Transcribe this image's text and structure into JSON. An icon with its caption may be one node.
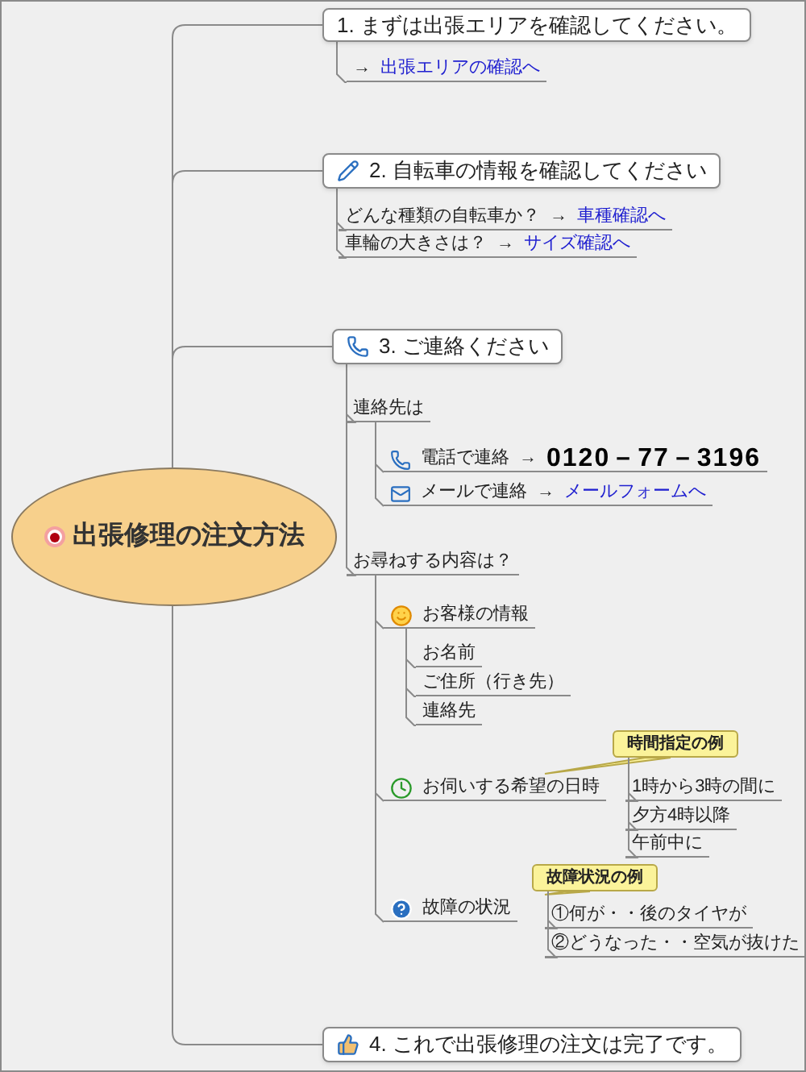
{
  "diagram": {
    "nodes": [
      {
        "text": [
          "出張修理の注文方法"
        ]
      },
      {
        "text": [
          "1. まずは出張エリアを確認してください。"
        ]
      },
      {
        "text": [
          "→",
          "出張エリアの確認へ"
        ]
      },
      {
        "text": [
          "2. 自転車の情報を確認してください"
        ]
      },
      {
        "text": [
          "どんな種類の自転車か？",
          "→",
          "車種確認へ"
        ]
      },
      {
        "text": [
          "車輪の大きさは？",
          "→",
          "サイズ確認へ"
        ]
      },
      {
        "text": [
          "3. ご連絡ください"
        ]
      },
      {
        "text": [
          "連絡先は"
        ]
      },
      {
        "text": [
          "電話で連絡",
          "→",
          "0120－77－3196"
        ]
      },
      {
        "text": [
          "メールで連絡",
          "→",
          "メールフォームへ"
        ]
      },
      {
        "text": [
          "お尋ねする内容は？"
        ]
      },
      {
        "text": [
          "お客様の情報"
        ]
      },
      {
        "text": [
          "お名前"
        ]
      },
      {
        "text": [
          "ご住所（行き先）"
        ]
      },
      {
        "text": [
          "連絡先"
        ]
      },
      {
        "text": [
          "お伺いする希望の日時"
        ]
      },
      {
        "text": [
          "時間指定の例"
        ]
      },
      {
        "text": [
          "1時から3時の間に"
        ]
      },
      {
        "text": [
          "夕方4時以降"
        ]
      },
      {
        "text": [
          "午前中に"
        ]
      },
      {
        "text": [
          "故障の状況"
        ]
      },
      {
        "text": [
          "故障状況の例"
        ]
      },
      {
        "text": [
          "①何が・・後のタイヤが"
        ]
      },
      {
        "text": [
          "②どうなった・・空気が抜けた"
        ]
      },
      {
        "text": [
          "4. これで出張修理の注文は完了です。"
        ]
      }
    ],
    "edges": [
      {
        "from": 0,
        "to": 1,
        "arrow": "none"
      },
      {
        "from": 1,
        "to": 2,
        "arrow": "none"
      },
      {
        "from": 0,
        "to": 3,
        "arrow": "none"
      },
      {
        "from": 3,
        "to": 4,
        "arrow": "none"
      },
      {
        "from": 3,
        "to": 5,
        "arrow": "none"
      },
      {
        "from": 0,
        "to": 6,
        "arrow": "none"
      },
      {
        "from": 6,
        "to": 7,
        "arrow": "none"
      },
      {
        "from": 7,
        "to": 8,
        "arrow": "none"
      },
      {
        "from": 7,
        "to": 9,
        "arrow": "none"
      },
      {
        "from": 6,
        "to": 10,
        "arrow": "none"
      },
      {
        "from": 10,
        "to": 11,
        "arrow": "none"
      },
      {
        "from": 11,
        "to": 12,
        "arrow": "none"
      },
      {
        "from": 11,
        "to": 13,
        "arrow": "none"
      },
      {
        "from": 11,
        "to": 14,
        "arrow": "none"
      },
      {
        "from": 10,
        "to": 15,
        "arrow": "none"
      },
      {
        "from": 15,
        "to": 16,
        "arrow": "none"
      },
      {
        "from": 16,
        "to": 17,
        "arrow": "none"
      },
      {
        "from": 16,
        "to": 18,
        "arrow": "none"
      },
      {
        "from": 16,
        "to": 19,
        "arrow": "none"
      },
      {
        "from": 10,
        "to": 20,
        "arrow": "none"
      },
      {
        "from": 20,
        "to": 21,
        "arrow": "none"
      },
      {
        "from": 21,
        "to": 22,
        "arrow": "none"
      },
      {
        "from": 21,
        "to": 23,
        "arrow": "none"
      },
      {
        "from": 0,
        "to": 24,
        "arrow": "none"
      }
    ]
  }
}
